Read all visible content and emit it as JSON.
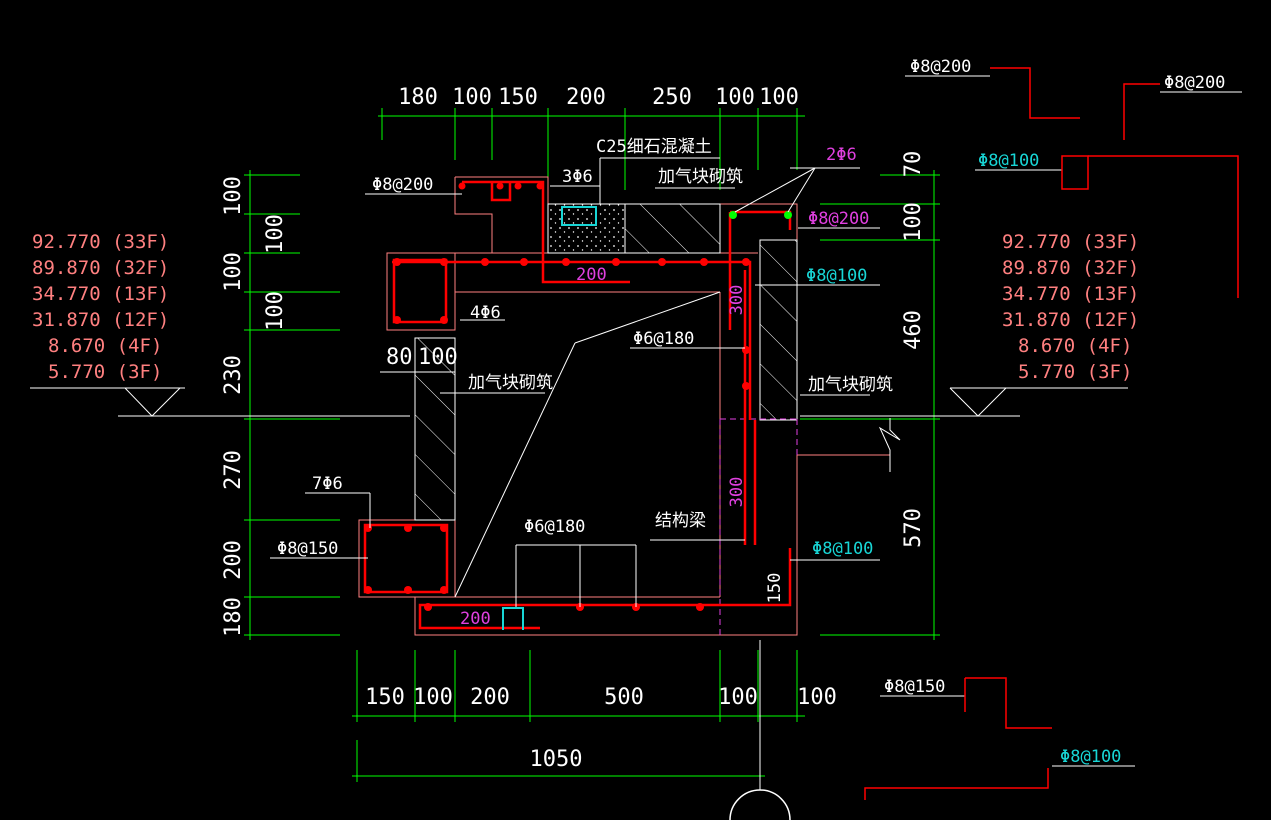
{
  "colors": {
    "background": "#000000",
    "dimension_line": "#00ff00",
    "rebar": "#ff0000",
    "outline": "#ff8080",
    "text": "#ffffff",
    "leader": "#ffffff",
    "cyan_text": "#18d6d6",
    "magenta_text": "#e040e0",
    "elevation_text": "#ff8080"
  },
  "dims": {
    "top": [
      "180",
      "100",
      "150",
      "200",
      "250",
      "100",
      "100"
    ],
    "bottom": [
      "150",
      "100",
      "200",
      "500",
      "100",
      "100"
    ],
    "total": "1050",
    "left": [
      "100",
      "100",
      "100",
      "100",
      "230",
      "270",
      "200",
      "180"
    ],
    "right": [
      "70",
      "100",
      "460",
      "570"
    ]
  },
  "labels": {
    "concrete_fill": "C25细石混凝土",
    "block_wall": "加气块砌筑",
    "structural_beam": "结构梁",
    "bar_3phi6": "3Φ6",
    "bar_4phi6": "4Φ6",
    "bar_7phi6": "7Φ6",
    "bar_2phi6": "2Φ6",
    "stirrup_8_200": "Φ8@200",
    "stirrup_8_100": "Φ8@100",
    "stirrup_8_150": "Φ8@150",
    "stirrup_6_180": "Φ6@180",
    "len_200": "200",
    "len_300": "300",
    "len_150": "150",
    "dim_80": "80",
    "dim_100": "100"
  },
  "elevations": [
    "92.770 (33F)",
    "89.870 (32F)",
    "34.770 (13F)",
    "31.870 (12F)",
    "8.670 (4F)",
    "5.770 (3F)"
  ]
}
